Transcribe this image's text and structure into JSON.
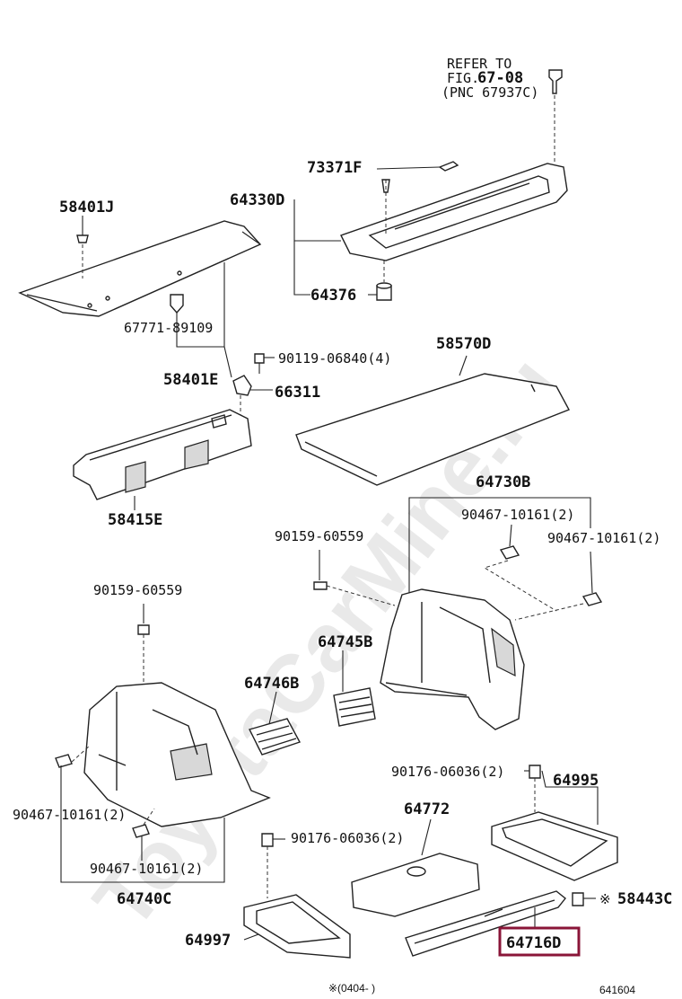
{
  "watermark": "ToyotaCarMine.ru",
  "refer": {
    "line1": "REFER TO",
    "fig_prefix": "FIG.",
    "fig_num": "67-08",
    "pnc": "(PNC 67937C)"
  },
  "labels": {
    "p73371F": "73371F",
    "p64330D": "64330D",
    "p58401J": "58401J",
    "p64376": "64376",
    "p67771": "67771-89109",
    "p58570D": "58570D",
    "p90119": "90119-06840(4)",
    "p58401E": "58401E",
    "p66311": "66311",
    "p58415E": "58415E",
    "p64730B": "64730B",
    "p90467_a": "90467-10161(2)",
    "p90159_a": "90159-60559",
    "p90467_b": "90467-10161(2)",
    "p90159_b": "90159-60559",
    "p64745B": "64745B",
    "p64746B": "64746B",
    "p90176_a": "90176-06036(2)",
    "p64995": "64995",
    "p90467_c": "90467-10161(2)",
    "p64772": "64772",
    "p90176_b": "90176-06036(2)",
    "p90467_d": "90467-10161(2)",
    "p58443C": "58443C",
    "p58443C_mark": "※",
    "p64740C": "64740C",
    "p64997": "64997",
    "p64716D": "64716D"
  },
  "footer": {
    "note": "※(0404-    )",
    "code": "641604"
  },
  "colors": {
    "highlight": "#8a1538",
    "ink": "#222222"
  }
}
